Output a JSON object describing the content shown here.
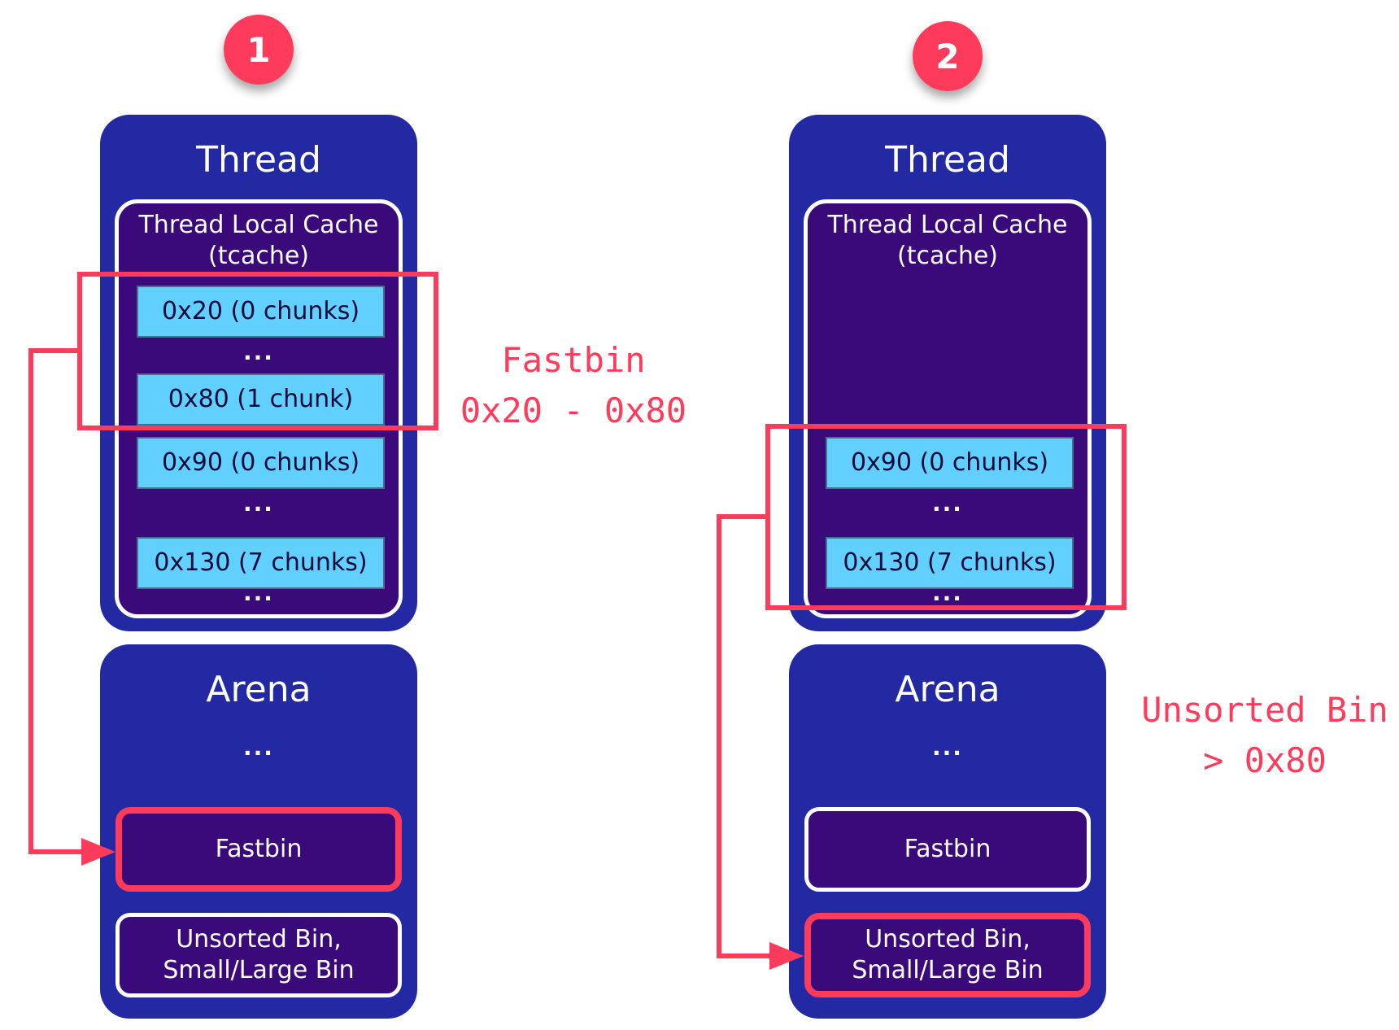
{
  "colors": {
    "panel": "#2328a3",
    "inner": "#3a0a7a",
    "chip": "#62d0ff",
    "highlight": "#ff3b5c",
    "text": "#ffffff"
  },
  "diagram1": {
    "badge": "1",
    "thread_title": "Thread",
    "cache_title_line1": "Thread Local Cache",
    "cache_title_line2": "(tcache)",
    "chips": [
      "0x20 (0 chunks)",
      "0x80 (1 chunk)",
      "0x90 (0 chunks)",
      "0x130 (7 chunks)"
    ],
    "ellipsis": "...",
    "arena_title": "Arena",
    "fastbin": "Fastbin",
    "unsorted_line1": "Unsorted Bin,",
    "unsorted_line2": "Small/Large Bin",
    "callout_line1": "Fastbin",
    "callout_line2": "0x20 - 0x80"
  },
  "diagram2": {
    "badge": "2",
    "thread_title": "Thread",
    "cache_title_line1": "Thread Local Cache",
    "cache_title_line2": "(tcache)",
    "chips": [
      "0x90 (0 chunks)",
      "0x130 (7 chunks)"
    ],
    "ellipsis": "...",
    "arena_title": "Arena",
    "fastbin": "Fastbin",
    "unsorted_line1": "Unsorted Bin,",
    "unsorted_line2": "Small/Large Bin",
    "callout_line1": "Unsorted Bin",
    "callout_line2": "> 0x80"
  }
}
